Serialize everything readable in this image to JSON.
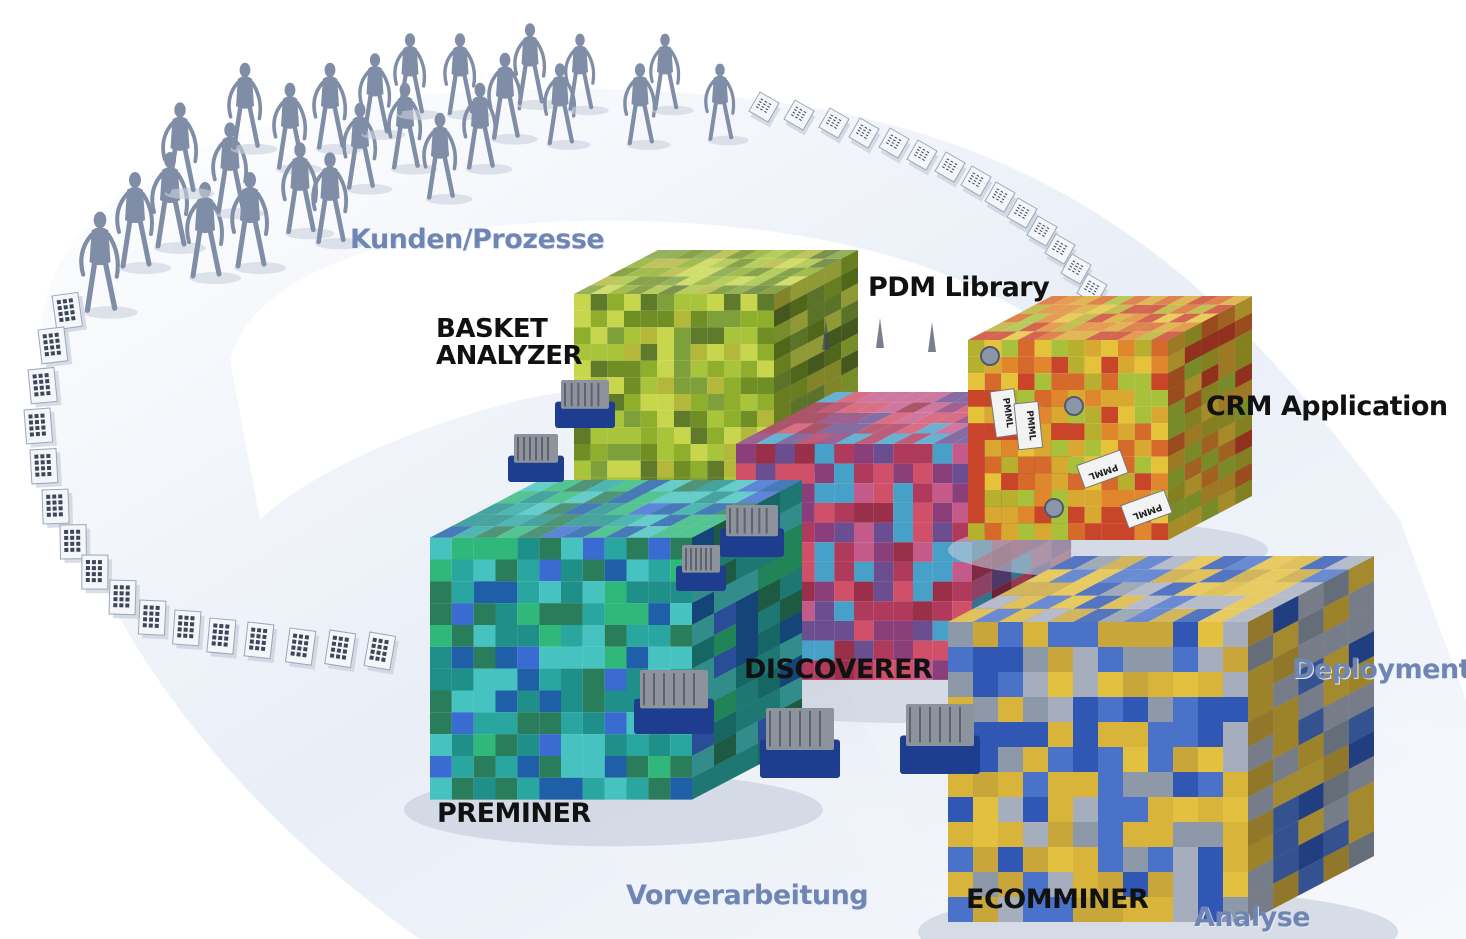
{
  "labels": {
    "kunden_prozesse": "Kunden/Prozesse",
    "basket_analyzer_line1": "BASKET",
    "basket_analyzer_line2": "ANALYZER",
    "pdm_library": "PDM Library",
    "crm_application": "CRM Application",
    "discoverer": "DISCOVERER",
    "deployment": "Deployment",
    "preminer": "PREMINER",
    "vorverarbeitung": "Vorverarbeitung",
    "ecomminer": "ECOMMINER",
    "analyse": "Analyse"
  },
  "file_tag_text": "PMML",
  "colors": {
    "label_dark": "#111111",
    "label_blue": "#6f86b4",
    "figures": "#7f8ea6",
    "connector_box": "#1e3d8f"
  },
  "cubes": [
    {
      "name": "basket-analyzer-cube",
      "palette": [
        "#8fae2c",
        "#a7c43a",
        "#6f8f24",
        "#c7d64c",
        "#5f7a2a",
        "#b3b83a",
        "#7da03a"
      ]
    },
    {
      "name": "discoverer-cube",
      "palette": [
        "#b03a5c",
        "#8a3e7a",
        "#d0506a",
        "#46a0c8",
        "#6b4e90",
        "#c45a8a",
        "#9a2f4a"
      ]
    },
    {
      "name": "crm-application-cube",
      "palette": [
        "#d8a830",
        "#c8452a",
        "#e6c23a",
        "#b7b02e",
        "#d66a2a",
        "#a8c03a",
        "#e0872e"
      ]
    },
    {
      "name": "preminer-cube",
      "palette": [
        "#1f8f8a",
        "#2aa6a0",
        "#3a6bd0",
        "#2fb87a",
        "#1e5fa8",
        "#46c2c0",
        "#2a7d5a"
      ]
    },
    {
      "name": "ecomminer-cube",
      "palette": [
        "#d8b43a",
        "#4a72c8",
        "#a6aebd",
        "#e2c040",
        "#2f57b3",
        "#8d98a8",
        "#c9a63a"
      ]
    }
  ]
}
